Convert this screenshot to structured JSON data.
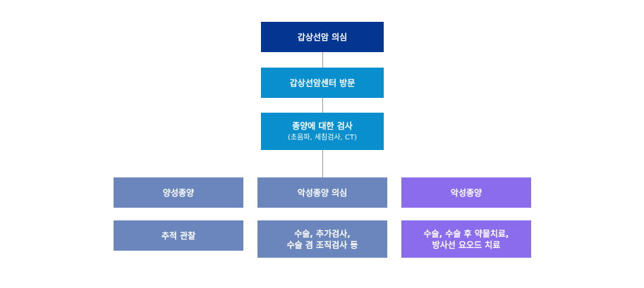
{
  "colors": {
    "dark_navy": "#033591",
    "sky_blue": "#0a8fce",
    "slate_blue": "#6a86bc",
    "violet": "#8b6ced",
    "connector": "#9a9a9a"
  },
  "flow": {
    "step1": "갑상선암 의심",
    "step2": "갑상선암센터 방문",
    "step3": {
      "title": "종양에 대한 검사",
      "detail": "(초음파, 세침검사, CT)"
    }
  },
  "branches": {
    "benign": {
      "label": "양성종양",
      "action": "추적 관찰"
    },
    "suspected": {
      "label": "악성종양 의심",
      "action_line1": "수술, 추가검사,",
      "action_line2": "수술 겸 조직검사 등"
    },
    "malignant": {
      "label": "악성종양",
      "action_line1": "수술, 수술 후 약물치료,",
      "action_line2": "방사선 요오드 치료"
    }
  }
}
